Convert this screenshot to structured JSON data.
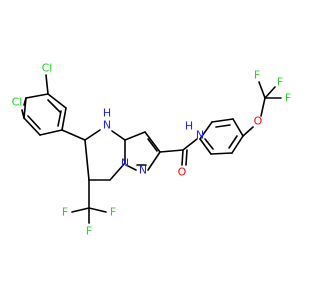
{
  "molecule": {
    "colors": {
      "carbon": "#000000",
      "nitrogen": "#2020ff",
      "oxygen": "#ff0000",
      "fluorine": "#33cc33",
      "chlorine": "#1fd11f"
    },
    "labels": {
      "cl_a": "Cl",
      "cl_b": "Cl",
      "nh_ring": "N",
      "nh_ring_h": "H",
      "n_bridge": "N",
      "n_pyrazole": "N",
      "nh_amide": "N",
      "nh_amide_h": "H",
      "o_carbonyl": "O",
      "o_ether": "O",
      "f_aryl_1": "F",
      "f_aryl_2": "F",
      "f_aryl_3": "F",
      "f_cf3_1": "F",
      "f_cf3_2": "F",
      "f_cf3_3": "F"
    }
  }
}
